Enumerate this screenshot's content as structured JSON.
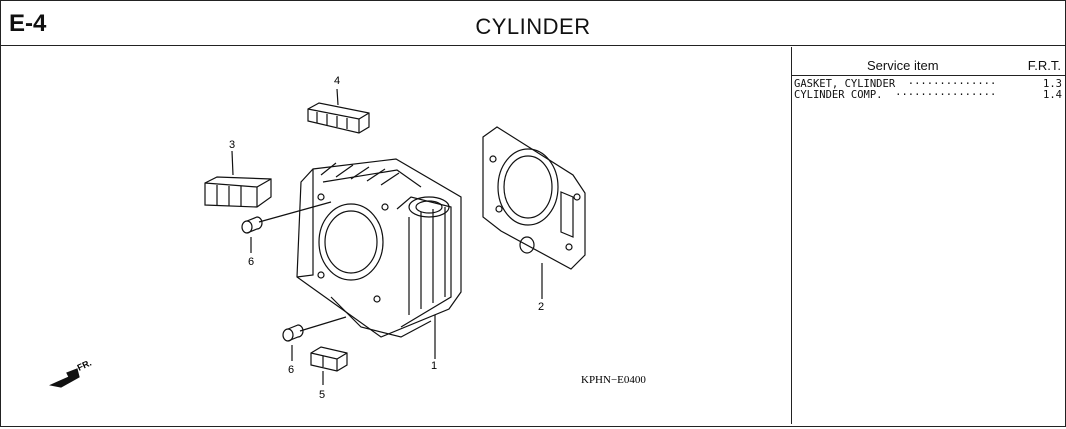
{
  "header": {
    "code": "E-4",
    "title": "CYLINDER"
  },
  "service": {
    "col_item": "Service item",
    "col_frt": "F.R.T.",
    "items": [
      {
        "name": "GASKET, CYLINDER  ··············",
        "frt": "1.3"
      },
      {
        "name": "CYLINDER COMP.  ················",
        "frt": "1.4"
      }
    ]
  },
  "diagram": {
    "callouts": [
      "1",
      "2",
      "3",
      "4",
      "5",
      "6",
      "6"
    ],
    "part_code": "KPHN−E0400",
    "fr_label": "FR."
  }
}
